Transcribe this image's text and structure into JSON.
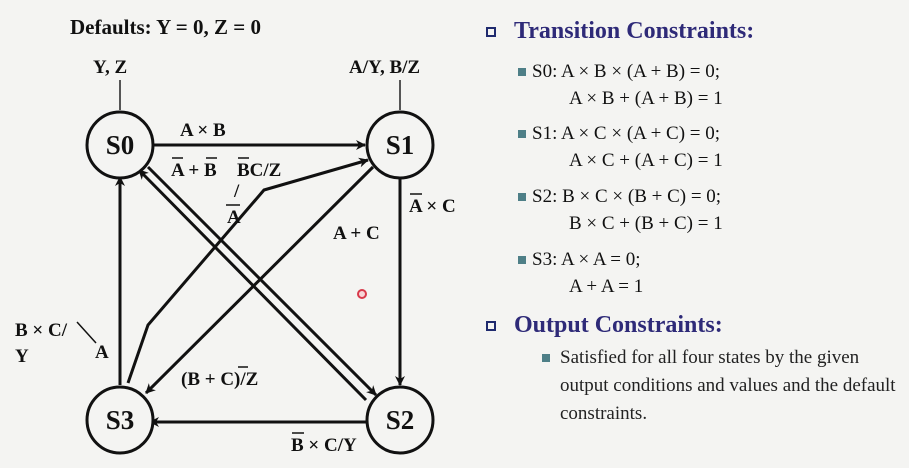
{
  "diagram": {
    "defaults": "Defaults: Y = 0, Z = 0",
    "states": [
      "S0",
      "S1",
      "S2",
      "S3"
    ],
    "s0_output": "Y, Z",
    "s1_output": "A/Y, B/Z",
    "edge_s0_s1": "A × B",
    "edge_s0_s2_cond": "A + B",
    "edge_s1_s3_cond": "BC/Z",
    "edge_s3_s1_cond_a": "/",
    "edge_s3_s1_cond_b": "A",
    "edge_s1_s2_self": "A × C",
    "edge_s1_s2_mid": "A + C",
    "edge_s3_s0_left_a": "B × C/",
    "edge_s3_s0_left_b": "Y",
    "edge_s3_s0_left_c": "A",
    "edge_s2_s3_mid": "(B + C)/Z",
    "edge_s2_s3_bottom": "B × C/Y"
  },
  "panel": {
    "transition_title": "Transition Constraints:",
    "output_title": "Output Constraints:",
    "s0_line1": "S0: A × B × (A + B) = 0;",
    "s0_line2": "A × B + (A + B) = 1",
    "s1_line1": "S1: A × C × (A + C) = 0;",
    "s1_line2": "A × C + (A + C) = 1",
    "s2_line1": "S2: B × C × (B + C) = 0;",
    "s2_line2": "B × C + (B + C) = 1",
    "s3_line1": "S3: A × A = 0;",
    "s3_line2": "A + A = 1",
    "output_text": "Satisfied for all four states by the given output conditions and values and the default constraints."
  },
  "colors": {
    "title_blue": "#2e2a78",
    "bullet_teal": "#4e7f87",
    "pointer_red": "#d8394a"
  }
}
